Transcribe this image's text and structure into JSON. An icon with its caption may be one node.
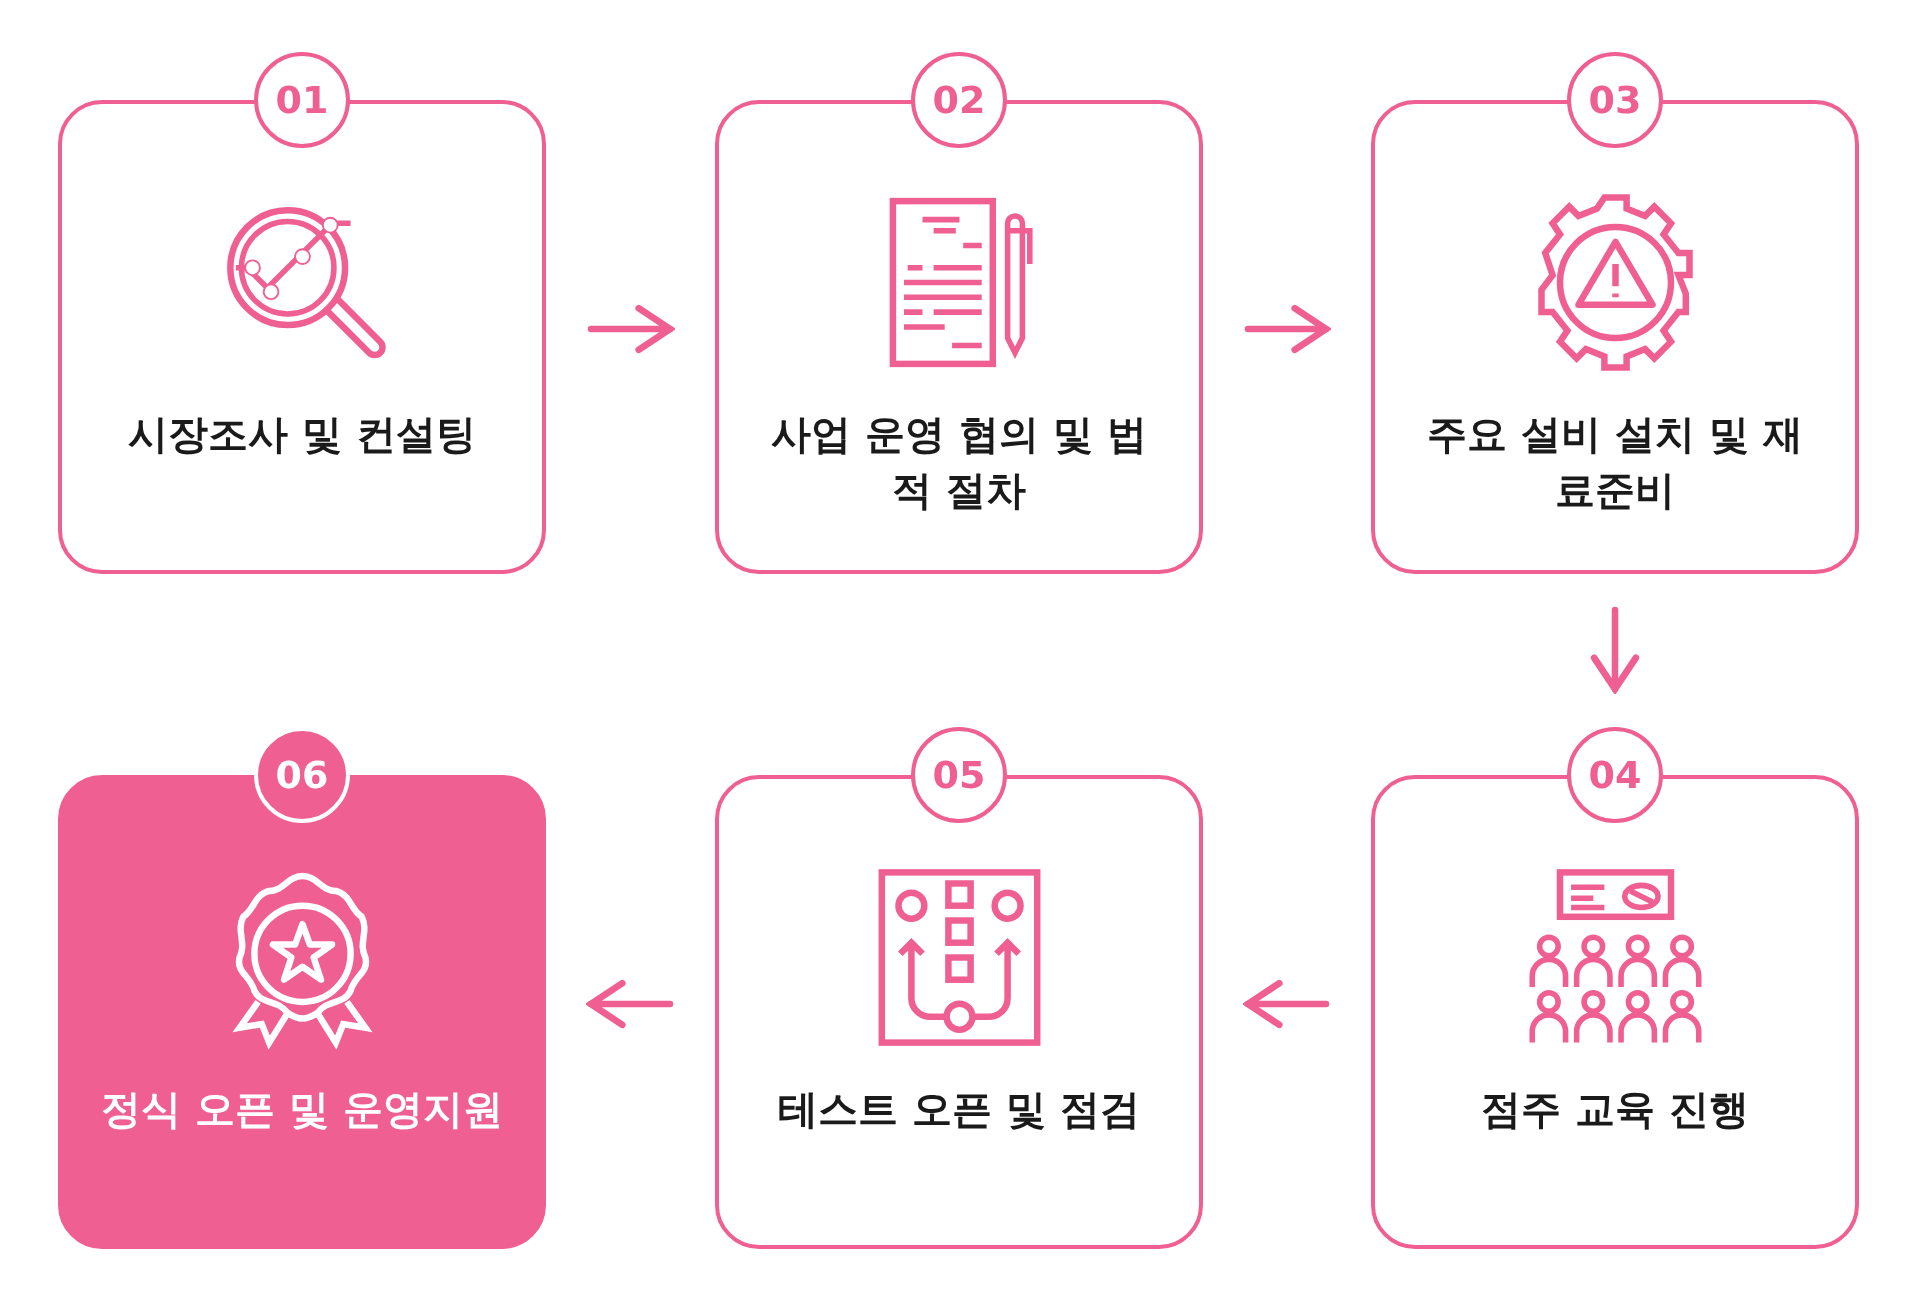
{
  "diagram": {
    "nodes": [
      {
        "text": [
          "01",
          "시장조사 및 컨설팅"
        ]
      },
      {
        "text": [
          "02",
          "사업 운영 협의 및 법적 절차"
        ]
      },
      {
        "text": [
          "03",
          "주요 설비 설치 및 재료준비"
        ]
      },
      {
        "text": [
          "04",
          "점주 교육 진행"
        ]
      },
      {
        "text": [
          "05",
          "테스트 오픈 및 점검"
        ]
      },
      {
        "text": [
          "06",
          "정식 오픈 및 운영지원"
        ]
      }
    ],
    "edges": [
      {
        "from": 0,
        "to": 1,
        "arrow": "to"
      },
      {
        "from": 1,
        "to": 2,
        "arrow": "to"
      },
      {
        "from": 2,
        "to": 3,
        "arrow": "to"
      },
      {
        "from": 3,
        "to": 4,
        "arrow": "to"
      },
      {
        "from": 4,
        "to": 5,
        "arrow": "to"
      }
    ]
  }
}
